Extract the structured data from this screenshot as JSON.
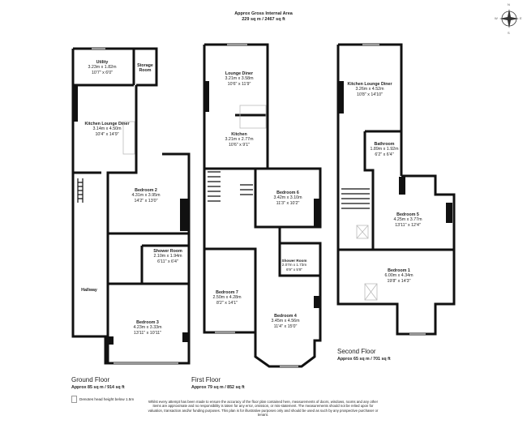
{
  "header": {
    "title": "Approx Gross Internal Area",
    "area": "229 sq m / 2467 sq ft"
  },
  "compass": {
    "icon": "compass-rose-icon",
    "n": "N",
    "s": "S",
    "e": "E",
    "w": "W"
  },
  "floors": [
    {
      "name": "Ground Floor",
      "area": "Approx 85 sq m / 914 sq ft",
      "rooms": [
        {
          "name": "Utility",
          "metric": "3.23m x 1.82m",
          "imperial": "10'7\" x 6'0\""
        },
        {
          "name": "Storage Room",
          "metric": "",
          "imperial": ""
        },
        {
          "name": "Kitchen Lounge Diner",
          "metric": "3.14m x 4.50m",
          "imperial": "10'4\" x 14'9\""
        },
        {
          "name": "Bedroom 2",
          "metric": "4.31m x 3.95m",
          "imperial": "14'2\" x 13'0\""
        },
        {
          "name": "Shower Room",
          "metric": "2.10m x 1.94m",
          "imperial": "6'11\" x 6'4\""
        },
        {
          "name": "Hallway",
          "metric": "",
          "imperial": ""
        },
        {
          "name": "Bedroom 3",
          "metric": "4.23m x 3.33m",
          "imperial": "13'11\" x 10'11\""
        }
      ]
    },
    {
      "name": "First Floor",
      "area": "Approx 79 sq m / 852 sq ft",
      "rooms": [
        {
          "name": "Lounge Diner",
          "metric": "3.21m x 3.58m",
          "imperial": "10'6\" x 11'9\""
        },
        {
          "name": "Kitchen",
          "metric": "3.21m x 2.77m",
          "imperial": "10'6\" x 9'1\""
        },
        {
          "name": "Bedroom 6",
          "metric": "3.42m x 3.10m",
          "imperial": "11'3\" x 10'2\""
        },
        {
          "name": "Shower Room",
          "metric": "2.07m x 1.73m",
          "imperial": "6'9\" x 5'8\""
        },
        {
          "name": "Bedroom 7",
          "metric": "2.50m x 4.28m",
          "imperial": "8'2\" x 14'1\""
        },
        {
          "name": "Bedroom 4",
          "metric": "3.45m x 4.56m",
          "imperial": "11'4\" x 15'0\""
        }
      ]
    },
    {
      "name": "Second Floor",
      "area": "Approx 65 sq m / 701 sq ft",
      "rooms": [
        {
          "name": "Kitchen Lounge Diner",
          "metric": "3.26m x 4.52m",
          "imperial": "10'8\" x 14'10\""
        },
        {
          "name": "Bathroom",
          "metric": "1.89m x 1.92m",
          "imperial": "6'2\" x 6'4\""
        },
        {
          "name": "Bedroom 5",
          "metric": "4.25m x 3.77m",
          "imperial": "13'11\" x 12'4\""
        },
        {
          "name": "Bedroom 1",
          "metric": "6.00m x 4.34m",
          "imperial": "19'8\" x 14'3\""
        }
      ]
    }
  ],
  "legend": {
    "text": "Denotes head height below 1.5m"
  },
  "disclaimer": "Whilst every attempt has been made to ensure the accuracy of the floor plan contained here, measurements of doors, windows, rooms and any other items are approximate and no responsibility is taken for any error, omission, or mis-statement. The measurements should not be relied upon for valuation, transaction and/or funding purposes. This plan is for illustrative purposes only and should be used as such by any prospective purchaser or tenant."
}
